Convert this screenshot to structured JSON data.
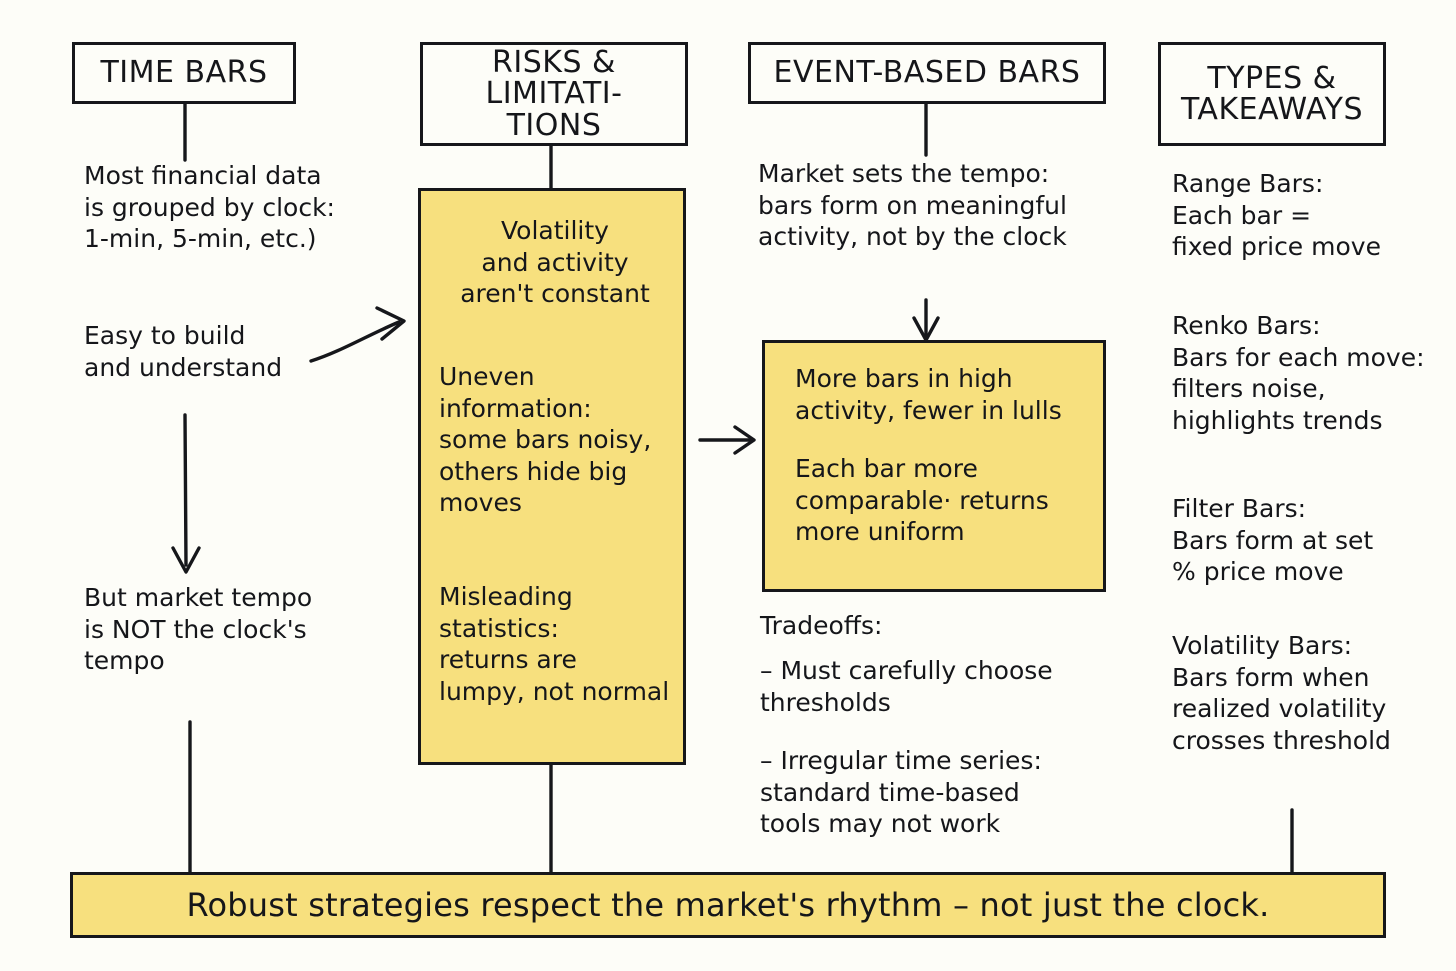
{
  "page": {
    "background_color": "#fdfdf8",
    "ink_color": "#16171b",
    "highlight_color": "#f7e07e"
  },
  "columns": [
    {
      "id": "time-bars",
      "header": "TIME BARS",
      "blocks": [
        "Most financial data\nis grouped by clock:\n1-min, 5-min, etc.)",
        "Easy to build\nand understand",
        "But market tempo\nis NOT the clock's\ntempo"
      ]
    },
    {
      "id": "risks-limitations",
      "header_line1": "RISKS & LIMITATI-",
      "header_line2": "TIONS",
      "highlight_blocks": [
        "Volatility\nand activity\naren't constant",
        "Uneven\ninformation:\nsome bars noisy,\nothers hide big\nmoves",
        "Misleading\nstatistics:\nreturns are\nlumpy, not normal"
      ]
    },
    {
      "id": "event-based-bars",
      "header": "EVENT-BASED BARS",
      "intro": "Market sets the tempo:\nbars form on meaningful\nactivity, not by the clock",
      "highlight_blocks": [
        "More bars in high\nactivity, fewer in lulls",
        "Each bar more\ncomparable· returns\nmore uniform"
      ],
      "tradeoffs_title": "Tradeoffs:",
      "tradeoffs": [
        "– Must carefully choose\n   thresholds",
        "– Irregular time series:\n   standard time-based\n   tools may not work"
      ]
    },
    {
      "id": "types-takeaways",
      "header_line1": "TYPES &",
      "header_line2": "TAKEAWAYS",
      "items": [
        "Range Bars:\nEach bar =\nfixed price move",
        "Renko Bars:\nBars for each move:\nfilters noise,\nhighlights trends",
        "Filter Bars:\nBars form at set\n% price move",
        "Volatility Bars:\nBars form when\nrealized volatility\ncrosses threshold"
      ]
    }
  ],
  "banner": {
    "text": "Robust strategies respect the market's rhythm – not just the clock."
  },
  "connectors": {
    "header_to_body": "vertical-line",
    "curved_arrow": "easy-to-build-to-risks",
    "straight_arrow": "risks-to-event-bars",
    "down_arrow": "intro-to-event-highlight"
  }
}
